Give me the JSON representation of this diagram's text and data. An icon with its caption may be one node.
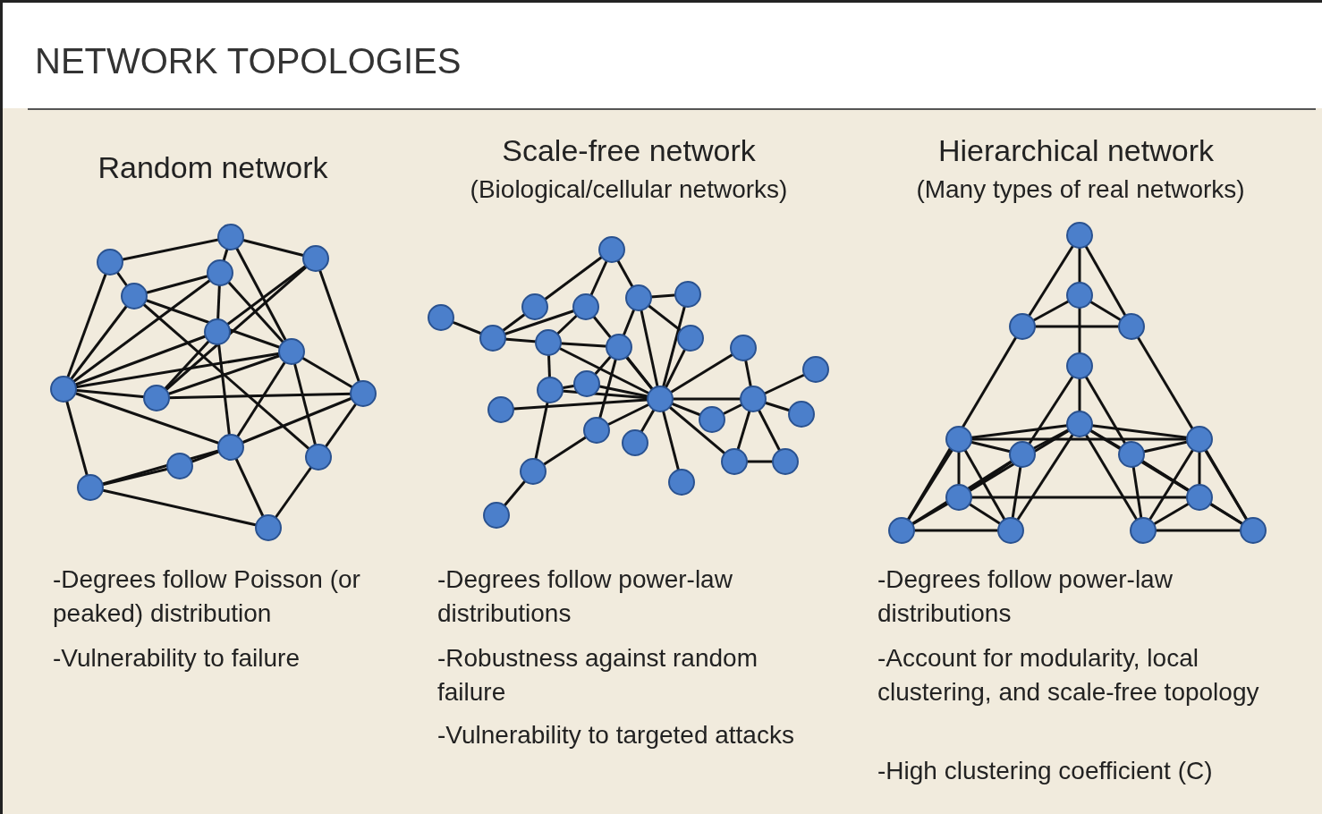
{
  "diagram": {
    "title": "NETWORK TOPOLOGIES",
    "labels": [
      "Random network",
      "Scale-free network",
      "(Biological/cellular networks)",
      "Hierarchical network",
      "(Many types of real networks)",
      "-Degrees follow Poisson (or peaked) distribution",
      "-Vulnerability to failure",
      "-Degrees follow power-law distributions",
      "-Robustness against random failure",
      "-Vulnerability to targeted attacks",
      "-Degrees follow power-law distributions",
      "-Account for modularity, local clustering, and scale-free topology",
      "-High clustering coefficient (C)"
    ]
  }
}
